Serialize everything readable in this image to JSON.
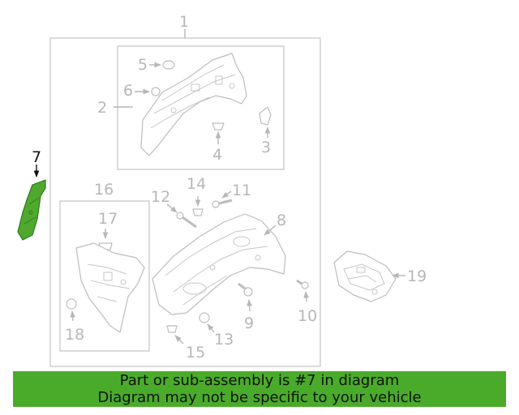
{
  "callouts": {
    "c1": "1",
    "c2": "2",
    "c3": "3",
    "c4": "4",
    "c5": "5",
    "c6": "6",
    "c7": "7",
    "c8": "8",
    "c9": "9",
    "c10": "10",
    "c11": "11",
    "c12": "12",
    "c13": "13",
    "c14": "14",
    "c15": "15",
    "c16": "16",
    "c17": "17",
    "c18": "18",
    "c19": "19"
  },
  "highlight": {
    "part_number": "7",
    "color": "#4fa92f"
  },
  "colors": {
    "banner": "#4aab2a",
    "line_art": "#bdbdbd",
    "frame": "#cfcfcf",
    "callout_text": "#b7b7b7"
  },
  "banner": {
    "line1": "Part or sub-assembly is #7 in diagram",
    "line2": "Diagram may not be specific to your vehicle"
  }
}
